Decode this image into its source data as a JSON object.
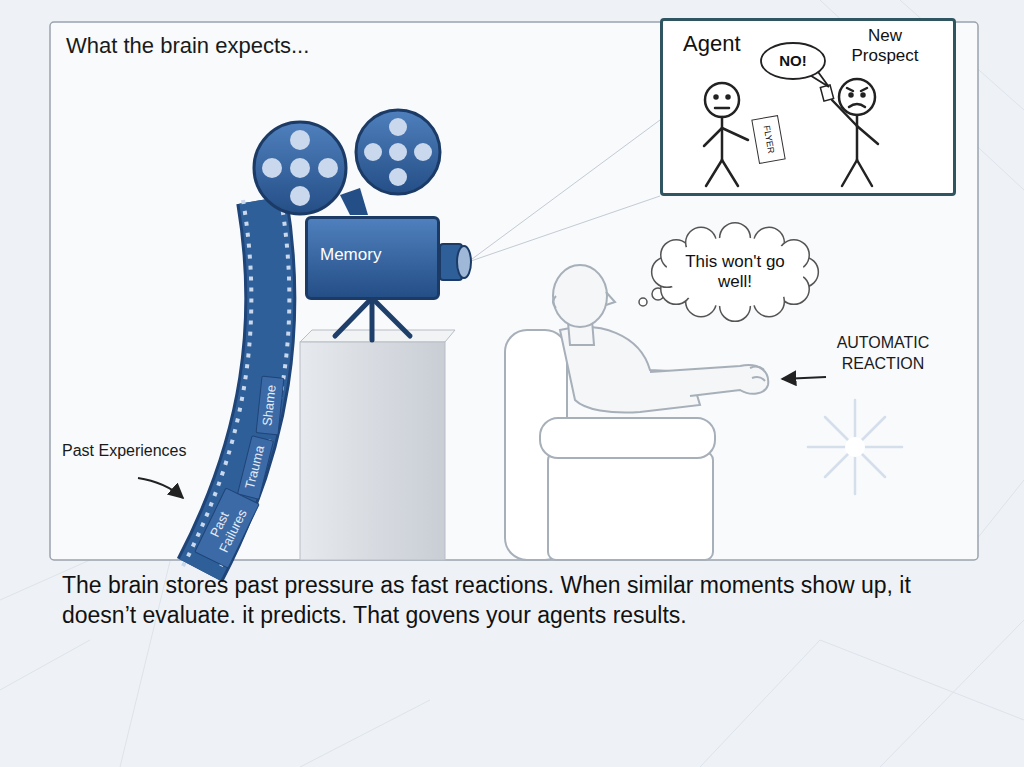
{
  "diagram": {
    "title": "What the brain expects...",
    "caption": "The brain stores past pressure as fast reactions. When similar moments show up, it doesn’t evaluate. it predicts. That govens your agents results.",
    "nodes": [
      {
        "text": [
          "Agent",
          "New Prospect"
        ]
      },
      {
        "text": [
          "NO!"
        ],
        "in": 0
      },
      {
        "text": [
          "FLYER"
        ],
        "in": 0
      },
      {
        "text": [
          "Memory"
        ]
      },
      {
        "text": [
          "This won't go well!"
        ]
      },
      {
        "text": [
          "Shame"
        ]
      },
      {
        "text": [
          "Trauma"
        ]
      },
      {
        "text": [
          "Past Failures"
        ]
      }
    ],
    "labels": [
      "Past Experiences",
      "AUTOMATIC REACTION"
    ]
  }
}
